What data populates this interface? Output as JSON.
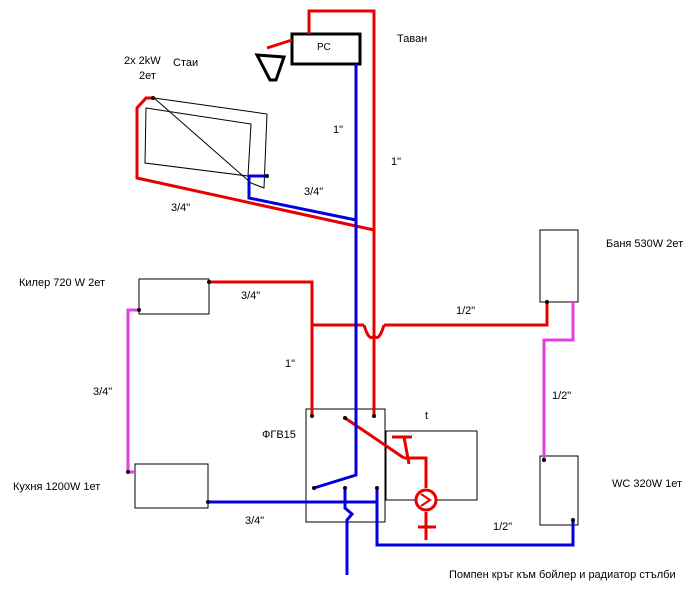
{
  "colors": {
    "supply": "#e80000",
    "return": "#0000e0",
    "magenta": "#e040e0",
    "outline": "#000000",
    "background": "#ffffff"
  },
  "labels": {
    "pc": "РС",
    "attic": "Таван",
    "rooms_power": "2x 2kW",
    "rooms_floor": "2ет",
    "rooms": "Стаи",
    "pipe_1in_a": "1\"",
    "pipe_1in_b": "1\"",
    "pipe_34_rooms": "3/4\"",
    "pipe_34_rooms_left": "3/4\"",
    "bath": "Баня 530W 2ет",
    "pantry": "Килер 720 W 2ет",
    "pipe_34_pantry": "3/4\"",
    "pipe_12_bath": "1/2\"",
    "pipe_1in_c": "1\"",
    "pipe_34_left": "3/4\"",
    "pipe_12_right": "1/2\"",
    "boiler": "ФГВ15",
    "thermo": "t",
    "kitchen": "Кухня 1200W 1ет",
    "wc": "WC 320W 1ет",
    "pipe_34_kitchen": "3/4\"",
    "pipe_12_wc": "1/2\"",
    "pump_circuit": "Помпен кръг към бойлер и радиатор стълби"
  }
}
